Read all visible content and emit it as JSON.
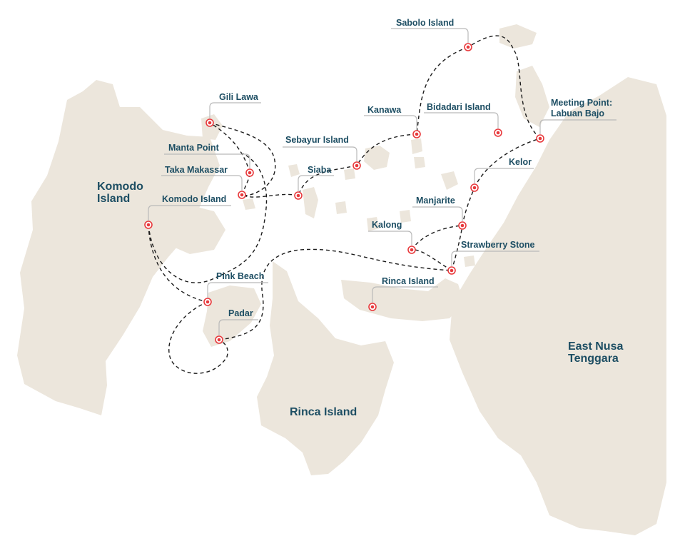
{
  "map": {
    "regions": [
      {
        "id": "komodo",
        "lines": [
          "Komodo",
          "Island"
        ]
      },
      {
        "id": "rinca",
        "lines": [
          "Rinca Island"
        ]
      },
      {
        "id": "east-nusa-tenggara",
        "lines": [
          "East Nusa",
          "Tenggara"
        ]
      }
    ],
    "stops": [
      {
        "id": "sabolo",
        "lines": [
          "Sabolo Island"
        ]
      },
      {
        "id": "gili-lawa",
        "lines": [
          "Gili Lawa"
        ]
      },
      {
        "id": "kanawa",
        "lines": [
          "Kanawa"
        ]
      },
      {
        "id": "bidadari",
        "lines": [
          "Bidadari Island"
        ]
      },
      {
        "id": "labuan-bajo",
        "lines": [
          "Meeting Point:",
          "Labuan Bajo"
        ]
      },
      {
        "id": "sebayur",
        "lines": [
          "Sebayur Island"
        ]
      },
      {
        "id": "manta-point",
        "lines": [
          "Manta Point"
        ]
      },
      {
        "id": "taka-makassar",
        "lines": [
          "Taka Makassar"
        ]
      },
      {
        "id": "siaba",
        "lines": [
          "Siaba"
        ]
      },
      {
        "id": "kelor",
        "lines": [
          "Kelor"
        ]
      },
      {
        "id": "komodo-island",
        "lines": [
          "Komodo Island"
        ]
      },
      {
        "id": "manjarite",
        "lines": [
          "Manjarite"
        ]
      },
      {
        "id": "kalong",
        "lines": [
          "Kalong"
        ]
      },
      {
        "id": "strawberry-stone",
        "lines": [
          "Strawberry Stone"
        ]
      },
      {
        "id": "pink-beach",
        "lines": [
          "Pink Beach"
        ]
      },
      {
        "id": "rinca-island-stop",
        "lines": [
          "Rinca Island"
        ]
      },
      {
        "id": "padar",
        "lines": [
          "Padar"
        ]
      }
    ],
    "colors": {
      "land": "#ece6dc",
      "label": "#1d4e63",
      "marker": "#e8393c",
      "route": "#1b1b1b",
      "leader": "#b9b9b9"
    }
  }
}
